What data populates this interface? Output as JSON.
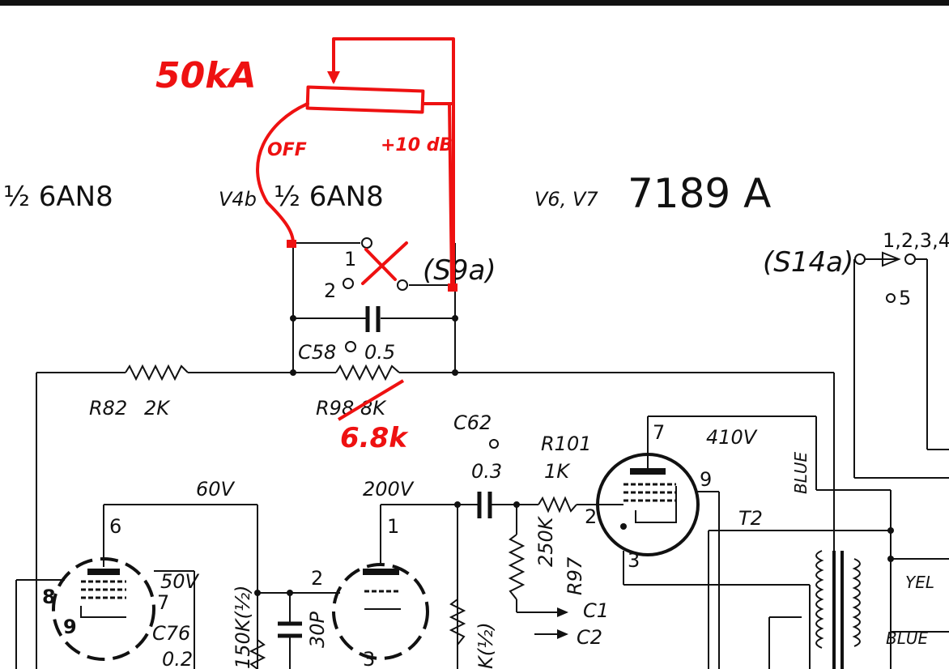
{
  "tubes": {
    "left_half": "½ 6AN8",
    "v4b_ref": "V4b",
    "v4b_type": "½ 6AN8",
    "v6v7_ref": "V6, V7",
    "v6v7_type": "7189 A"
  },
  "switches": {
    "s9a": "(S9a)",
    "s9a_pos1": "1",
    "s9a_pos2": "2",
    "s14a": "(S14a)",
    "s14a_pos": "1,2,3,4",
    "s14a_pos5": "5"
  },
  "components": {
    "c58": "C58",
    "c58_val": "0.5",
    "r82": "R82",
    "r82_val": "2K",
    "r98": "R98",
    "r98_val": "8K",
    "c62": "C62",
    "c62_val": "0.3",
    "r101": "R101",
    "r101_val": "1K",
    "r97": "R97",
    "r97_val": "250K",
    "c76": "C76",
    "c76_val": "0.2",
    "r150k": "150K(½)",
    "c30p": "30P",
    "r_half": "K(½)",
    "c1": "C1",
    "c2": "C2",
    "t2": "T2"
  },
  "voltages": {
    "v60": "60V",
    "v200": "200V",
    "v50": "50V",
    "v410": "410V"
  },
  "wires": {
    "blue": "BLUE",
    "yel": "YEL",
    "blue2": "BLUE"
  },
  "pins": {
    "p6": "6",
    "p8": "8",
    "p9": "9",
    "p7": "7",
    "p1": "1",
    "p2": "2",
    "p3": "3",
    "p7b": "7",
    "p9b": "9",
    "p2b": "2",
    "p3b": "3"
  },
  "annotations": {
    "pot": "50kA",
    "off": "OFF",
    "plus10db": "+10 dB",
    "r98_new": "6.8k"
  },
  "colors": {
    "ink": "#111111",
    "annotation": "#ee1111"
  }
}
